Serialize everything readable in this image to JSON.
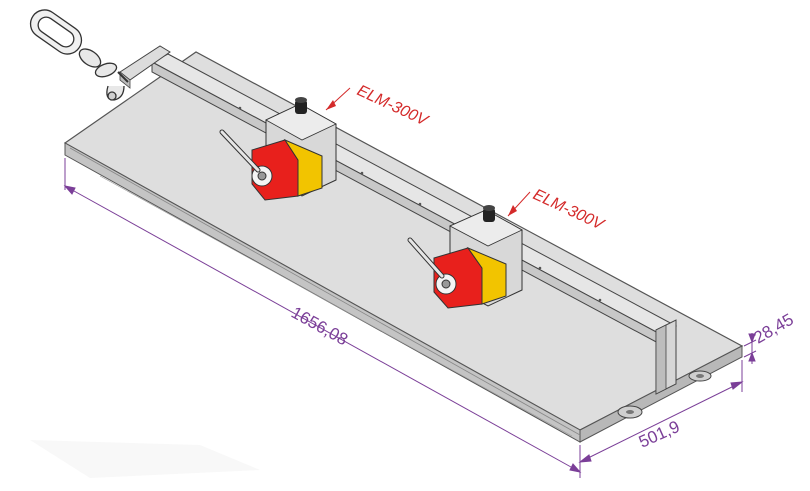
{
  "labels": {
    "magnet_1": "ELM-300V",
    "magnet_2": "ELM-300V"
  },
  "dimensions": {
    "length": "1656,08",
    "width": "501,9",
    "thickness": "28,45"
  },
  "colors": {
    "dimension": "#7b3f98",
    "callout": "#d42a2a",
    "plate": "#dcdcdc",
    "magnet_body": "#e8201c",
    "magnet_face": "#f2c400"
  }
}
